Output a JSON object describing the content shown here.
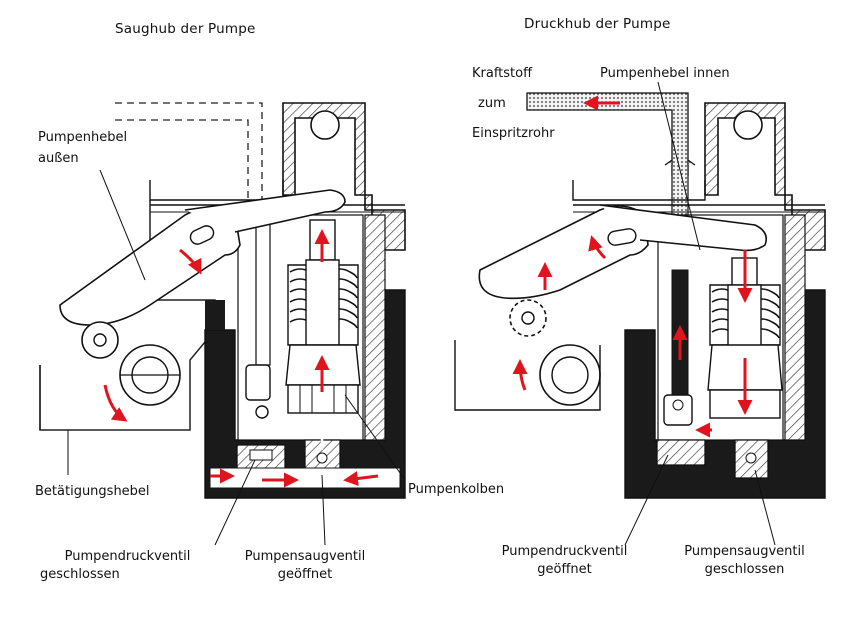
{
  "left": {
    "title": "Saughub der Pumpe",
    "hebel_aussen_1": "Pumpenhebel",
    "hebel_aussen_2": "außen",
    "betaetigungshebel": "Betätigungshebel",
    "kolben": "Pumpenkolben",
    "druckventil_1": "Pumpendruckventil",
    "druckventil_2": "geschlossen",
    "saugventil_1": "Pumpensaugventil",
    "saugventil_2": "geöffnet"
  },
  "right": {
    "title": "Druckhub der Pumpe",
    "kraftstoff": "Kraftstoff",
    "zum": "zum",
    "einspritzrohr": "Einspritzrohr",
    "hebel_innen": "Pumpenhebel innen",
    "druckventil_1": "Pumpendruckventil",
    "druckventil_2": "geöffnet",
    "saugventil_1": "Pumpensaugventil",
    "saugventil_2": "geschlossen"
  },
  "colors": {
    "flow_arrow": "#e0141e",
    "housing_dark": "#1a1a1a",
    "hatch": "#444444",
    "line": "#111111"
  }
}
